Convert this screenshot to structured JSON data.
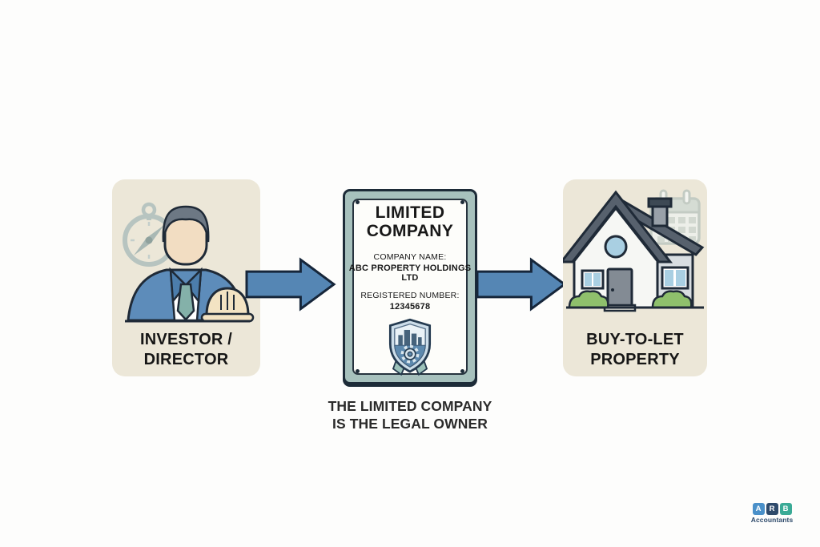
{
  "diagram": {
    "investor_card": {
      "label_line1": "INVESTOR /",
      "label_line2": "DIRECTOR",
      "icons": [
        "compass-icon",
        "businessman-icon",
        "hard-hat-icon"
      ]
    },
    "certificate": {
      "title_line1": "LIMITED",
      "title_line2": "COMPANY",
      "company_name_label": "COMPANY NAME:",
      "company_name_value": "ABC PROPERTY HOLDINGS LTD",
      "registered_number_label": "REGISTERED NUMBER:",
      "registered_number_value": "12345678",
      "icons": [
        "certificate-badge-icon"
      ]
    },
    "property_card": {
      "label_line1": "BUY-TO-LET",
      "label_line2": "PROPERTY",
      "icons": [
        "house-icon",
        "calendar-icon"
      ]
    },
    "caption": {
      "line1": "THE LIMITED COMPANY",
      "line2": "IS THE LEGAL OWNER"
    }
  },
  "branding": {
    "letters": [
      "A",
      "R",
      "B"
    ],
    "letter_colors": [
      "#4a90c9",
      "#2e4a6b",
      "#3aaa96"
    ],
    "subtitle": "Accountants"
  },
  "colors": {
    "card_background": "#ece7d8",
    "certificate_frame": "#a7c1bd",
    "arrow_fill": "#5586b4",
    "arrow_outline": "#16263a"
  }
}
